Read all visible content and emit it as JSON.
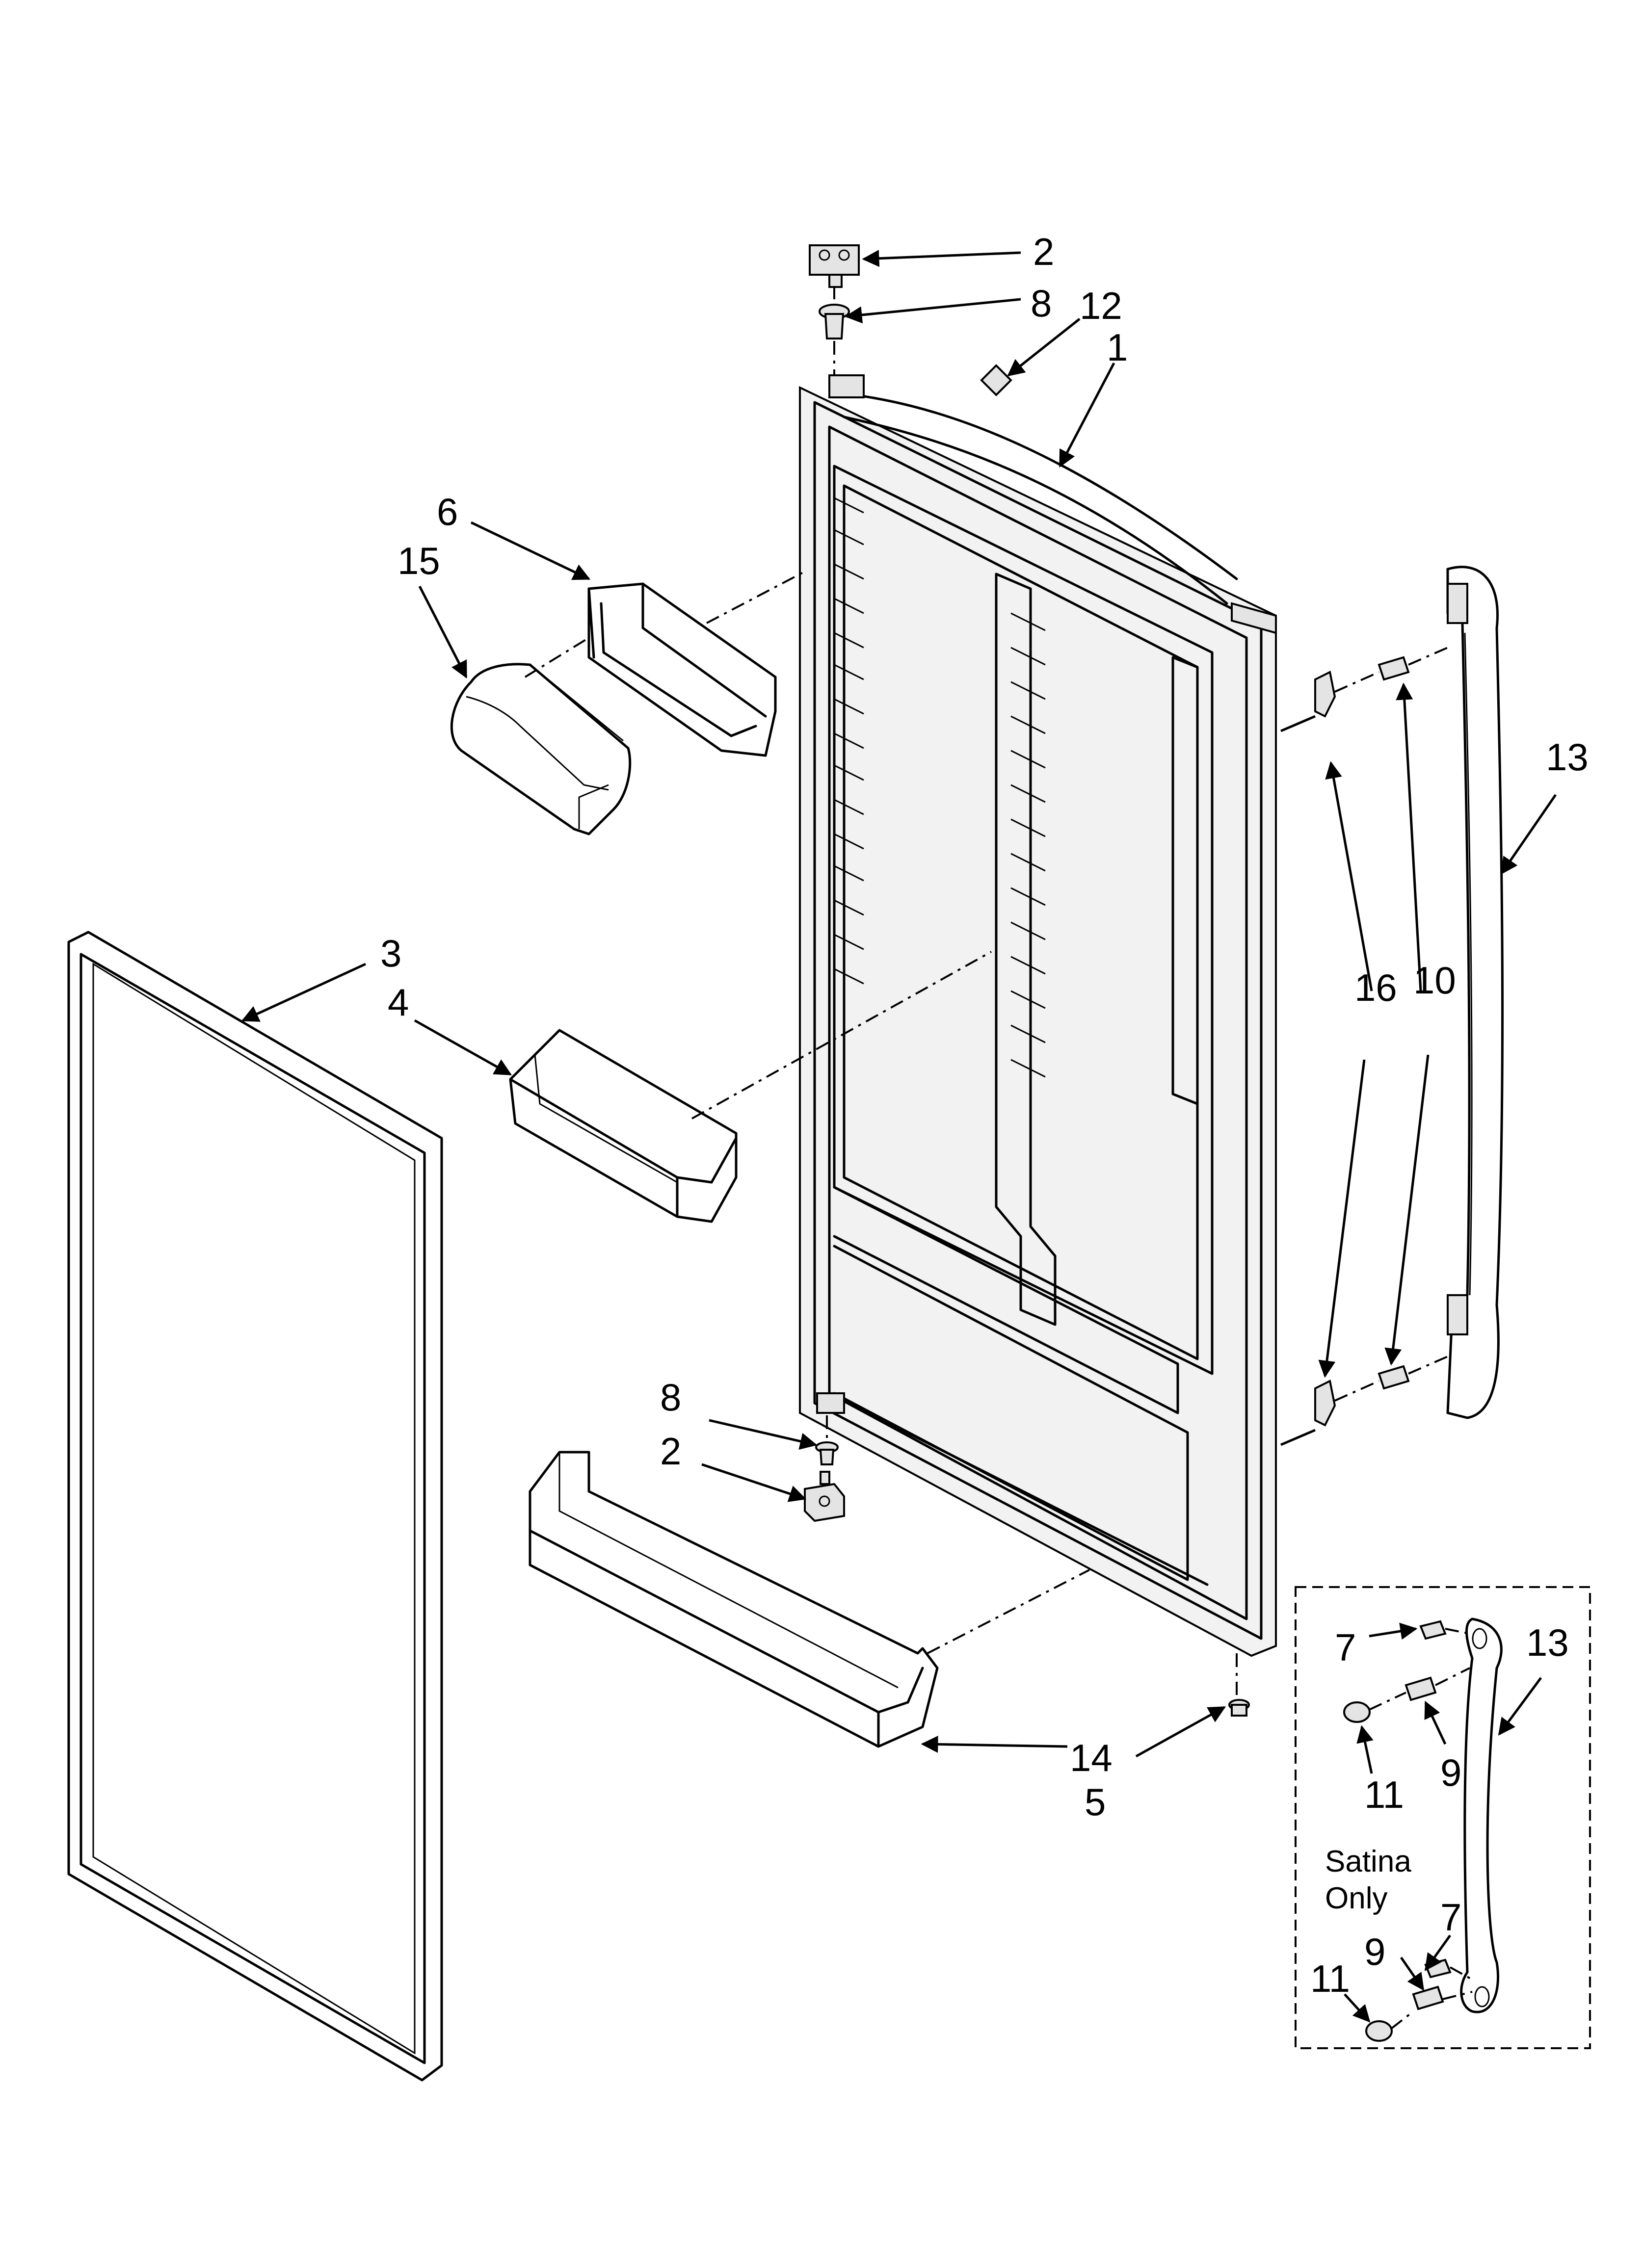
{
  "diagram": {
    "type": "exploded-parts-view",
    "callouts": {
      "hinge_top": "2",
      "bushing_top": "8",
      "plug_top": "12",
      "door": "1",
      "bin_a": "6",
      "cover": "15",
      "gasket": "3",
      "bin_b": "4",
      "bushing_bottom": "8",
      "hinge_bottom": "2",
      "shelf": "5",
      "cap": "14",
      "handle": "13",
      "clip": "16",
      "screw": "10",
      "box_screw_top": "7",
      "box_handle": "13",
      "box_spacer_top": "11",
      "box_screw2_top": "9",
      "box_screw_bottom": "7",
      "box_screw2_bottom": "9",
      "box_spacer_bottom": "11"
    },
    "satina_note": [
      "Satina",
      "Only"
    ]
  }
}
